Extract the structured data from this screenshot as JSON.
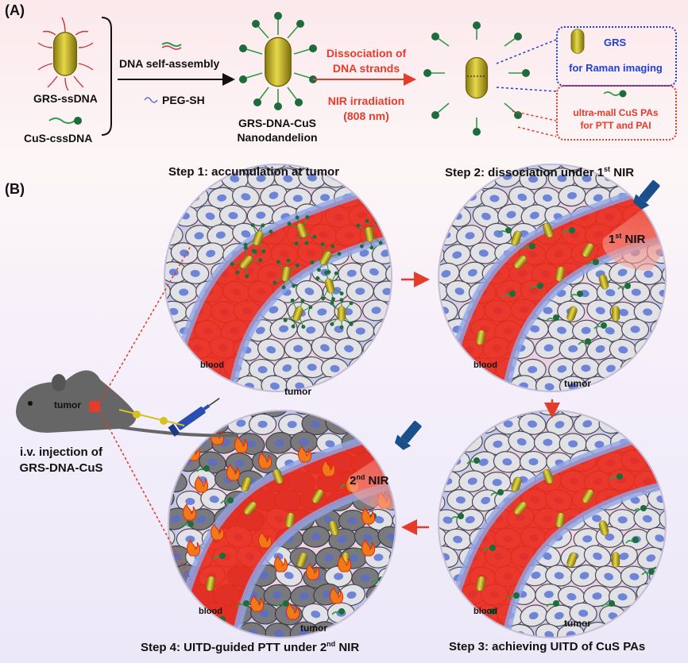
{
  "panel_a": {
    "label": "(A)",
    "grs_ssdna": "GRS-ssDNA",
    "cus_cssdna": "CuS-cssDNA",
    "self_assembly": "DNA self-assembly",
    "peg_sh": "PEG-SH",
    "product_line1": "GRS-DNA-CuS",
    "product_line2": "Nanodandelion",
    "dissociation_line1": "Dissociation of",
    "dissociation_line2": "DNA strands",
    "nir_line1": "NIR irradiation",
    "nir_line2": "(808 nm)",
    "grs_box_title": "GRS",
    "grs_box_sub": "for Raman imaging",
    "cus_box_line1": "ultra-mall CuS PAs",
    "cus_box_line2": "for PTT and PAI"
  },
  "panel_b": {
    "label": "(B)",
    "step1": "Step 1: accumulation at tumor",
    "step2_prefix": "Step 2: dissociation under 1",
    "step2_sup": "st",
    "step2_suffix": " NIR",
    "step3": "Step 3: achieving UITD of CuS PAs",
    "step4_prefix": "Step 4: UITD-guided PTT under 2",
    "step4_sup": "nd",
    "step4_suffix": " NIR",
    "nir1_main": "1",
    "nir1_sup": "st",
    "nir1_suffix": " NIR",
    "nir2_main": "2",
    "nir2_sup": "nd",
    "nir2_suffix": " NIR",
    "blood": "blood",
    "tumor": "tumor",
    "mouse_tumor": "tumor",
    "injection_line1": "i.v. injection of",
    "injection_line2": "GRS-DNA-CuS"
  },
  "colors": {
    "red_text": "#e53b2a",
    "blue_text": "#1f3fd6",
    "gold": "#c9b62a",
    "vessel_red": "#ea2a1c"
  }
}
